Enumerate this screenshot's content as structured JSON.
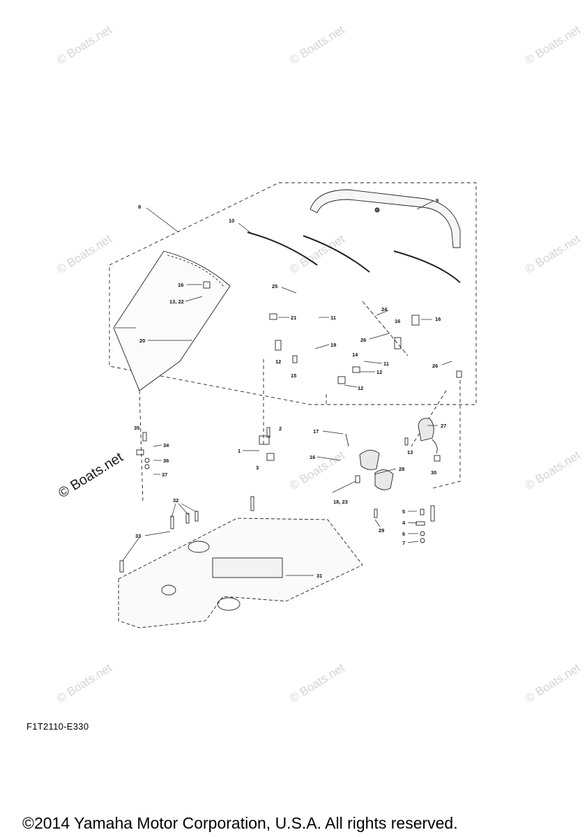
{
  "watermark": {
    "text": "© Boats.net"
  },
  "figure_code": "F1T2110-E330",
  "copyright": "©2014 Yamaha Motor Corporation, U.S.A. All rights reserved.",
  "callouts": [
    {
      "id": "c8",
      "label": "8"
    },
    {
      "id": "c9",
      "label": "9"
    },
    {
      "id": "c10",
      "label": "10"
    },
    {
      "id": "c16a",
      "label": "16"
    },
    {
      "id": "c1322",
      "label": "13, 22"
    },
    {
      "id": "c25",
      "label": "25"
    },
    {
      "id": "c24",
      "label": "24"
    },
    {
      "id": "c16b",
      "label": "16"
    },
    {
      "id": "c16c",
      "label": "16"
    },
    {
      "id": "c21",
      "label": "21"
    },
    {
      "id": "c11a",
      "label": "11"
    },
    {
      "id": "c20",
      "label": "20"
    },
    {
      "id": "c26a",
      "label": "26"
    },
    {
      "id": "c19",
      "label": "19"
    },
    {
      "id": "c12a",
      "label": "12"
    },
    {
      "id": "c15",
      "label": "15"
    },
    {
      "id": "c14",
      "label": "14"
    },
    {
      "id": "c11b",
      "label": "11"
    },
    {
      "id": "c12b",
      "label": "12"
    },
    {
      "id": "c26b",
      "label": "26"
    },
    {
      "id": "c12c",
      "label": "12"
    },
    {
      "id": "c35",
      "label": "35"
    },
    {
      "id": "c34",
      "label": "34"
    },
    {
      "id": "c36",
      "label": "36"
    },
    {
      "id": "c37",
      "label": "37"
    },
    {
      "id": "c2",
      "label": "2"
    },
    {
      "id": "c1",
      "label": "1"
    },
    {
      "id": "c3",
      "label": "3"
    },
    {
      "id": "c17",
      "label": "17"
    },
    {
      "id": "c16d",
      "label": "16"
    },
    {
      "id": "c27",
      "label": "27"
    },
    {
      "id": "c13",
      "label": "13"
    },
    {
      "id": "c28",
      "label": "28"
    },
    {
      "id": "c30",
      "label": "30"
    },
    {
      "id": "c1823",
      "label": "18, 23"
    },
    {
      "id": "c29",
      "label": "29"
    },
    {
      "id": "c5",
      "label": "5"
    },
    {
      "id": "c4",
      "label": "4"
    },
    {
      "id": "c6",
      "label": "6"
    },
    {
      "id": "c7",
      "label": "7"
    },
    {
      "id": "c32",
      "label": "32"
    },
    {
      "id": "c33",
      "label": "33"
    },
    {
      "id": "c31",
      "label": "31"
    }
  ]
}
